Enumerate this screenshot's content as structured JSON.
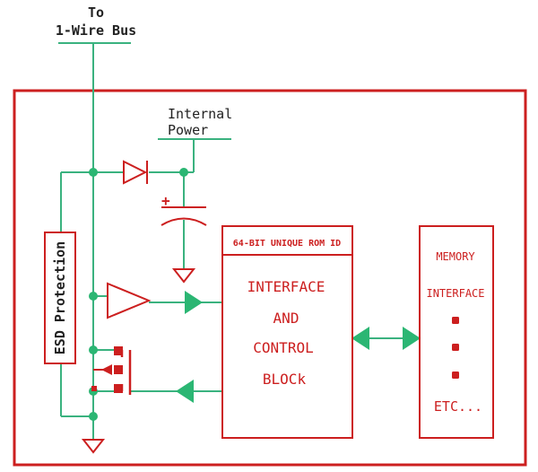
{
  "labels": {
    "bus_line1": "To",
    "bus_line2": "1-Wire Bus",
    "internal_line1": "Internal",
    "internal_line2": "Power",
    "esd": "ESD Protection",
    "rom_id": "64-BIT UNIQUE ROM ID",
    "block_line1": "INTERFACE",
    "block_line2": "AND",
    "block_line3": "CONTROL",
    "block_line4": "BLOCk",
    "mem_line1": "MEMORY",
    "mem_line2": "INTERFACE",
    "mem_etc": "ETC...",
    "cap_plus": "+"
  },
  "colors": {
    "wire": "#3ab27f",
    "part": "#cc1f1f",
    "frame": "#cc1f1f",
    "label": "#222222",
    "junction": "#2bb673"
  }
}
